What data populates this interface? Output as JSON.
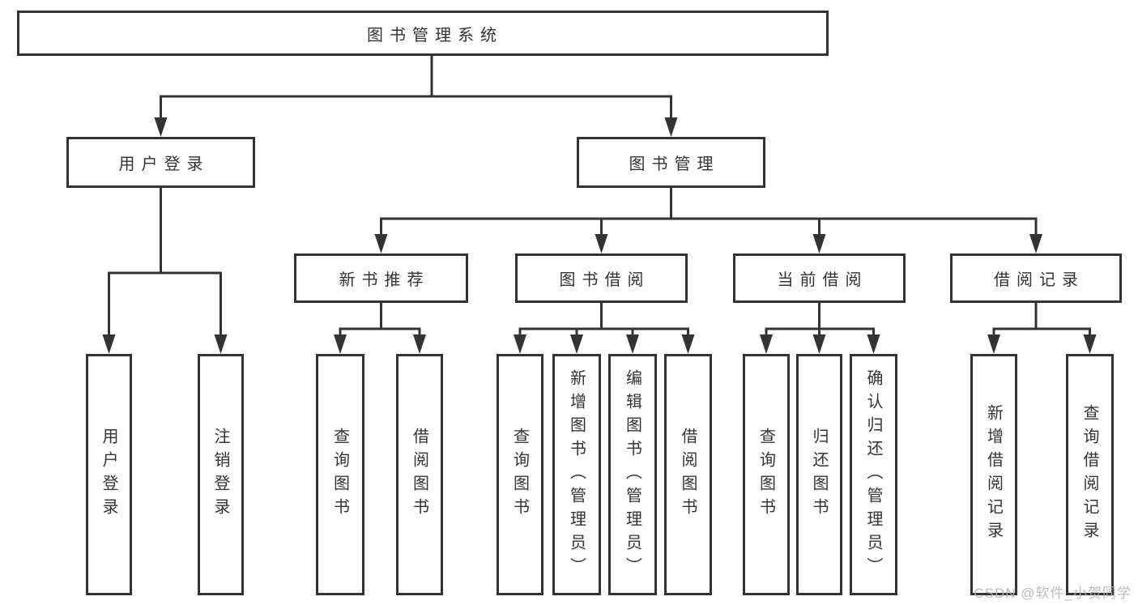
{
  "diagram_title": "图书管理系统",
  "tree": {
    "root": {
      "id": "library-management-system",
      "label": "图书管理系统"
    },
    "level1": [
      {
        "id": "user-login",
        "parent": "library-management-system",
        "label": "用户登录"
      },
      {
        "id": "book-management",
        "parent": "library-management-system",
        "label": "图书管理"
      }
    ],
    "level2": [
      {
        "id": "new-book-recommendation",
        "parent": "book-management",
        "label": "新书推荐"
      },
      {
        "id": "book-borrowing",
        "parent": "book-management",
        "label": "图书借阅"
      },
      {
        "id": "current-borrowing",
        "parent": "book-management",
        "label": "当前借阅"
      },
      {
        "id": "borrowing-records",
        "parent": "book-management",
        "label": "借阅记录"
      }
    ],
    "level3": [
      {
        "id": "leaf-user-login",
        "parent": "user-login",
        "label": "用户登录"
      },
      {
        "id": "leaf-logout",
        "parent": "user-login",
        "label": "注销登录"
      },
      {
        "id": "leaf-query-books-newbook",
        "parent": "new-book-recommendation",
        "label": "查询图书"
      },
      {
        "id": "leaf-borrow-books-newbook",
        "parent": "new-book-recommendation",
        "label": "借阅图书"
      },
      {
        "id": "leaf-query-books-borrowing",
        "parent": "book-borrowing",
        "label": "查询图书"
      },
      {
        "id": "leaf-add-books-admin",
        "parent": "book-borrowing",
        "label": "新增图书（管理员）"
      },
      {
        "id": "leaf-edit-books-admin",
        "parent": "book-borrowing",
        "label": "编辑图书（管理员）"
      },
      {
        "id": "leaf-borrow-books-borrowing",
        "parent": "book-borrowing",
        "label": "借阅图书"
      },
      {
        "id": "leaf-query-books-current",
        "parent": "current-borrowing",
        "label": "查询图书"
      },
      {
        "id": "leaf-return-books",
        "parent": "current-borrowing",
        "label": "归还图书"
      },
      {
        "id": "leaf-confirm-return-admin",
        "parent": "current-borrowing",
        "label": "确认归还（管理员）"
      },
      {
        "id": "leaf-add-borrow-record",
        "parent": "borrowing-records",
        "label": "新增借阅记录"
      },
      {
        "id": "leaf-query-borrow-record",
        "parent": "borrowing-records",
        "label": "查询借阅记录"
      }
    ]
  },
  "watermark": {
    "text": "CSDN @软件_小贺同学"
  },
  "colors": {
    "line": "#333333",
    "box_border": "#333333",
    "box_fill": "#ffffff",
    "text": "#333333",
    "background": "#ffffff",
    "watermark": "#b5b5b5"
  }
}
